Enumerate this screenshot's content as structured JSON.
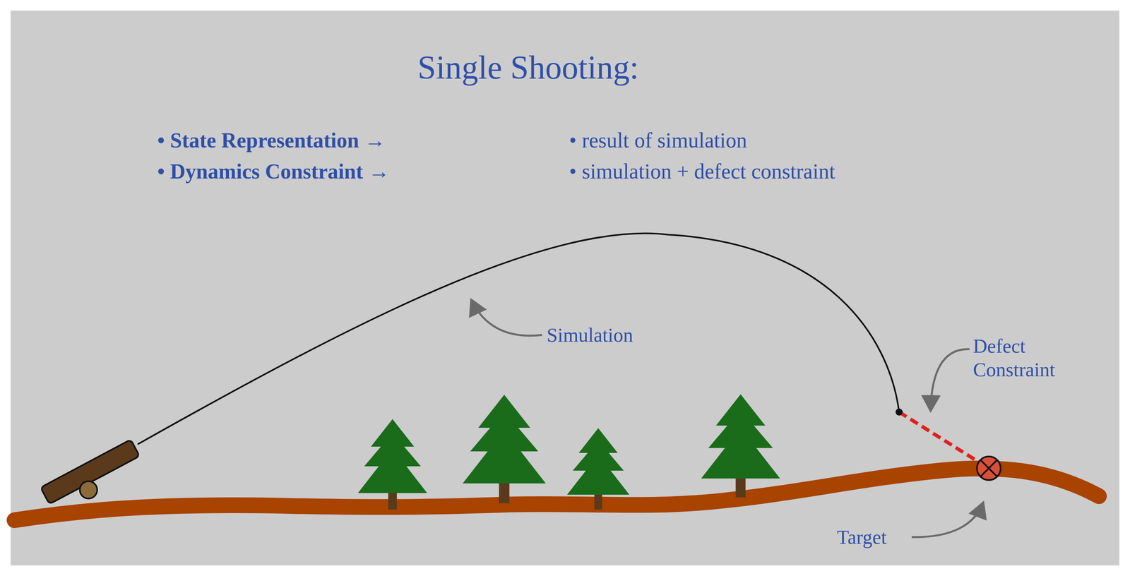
{
  "diagram": {
    "title": "Single Shooting:",
    "labels": [
      "• State Representation →",
      "• Dynamics Constraint →",
      "• result of simulation",
      "• simulation + defect constraint",
      "Simulation",
      "Defect Constraint",
      "Target"
    ]
  }
}
